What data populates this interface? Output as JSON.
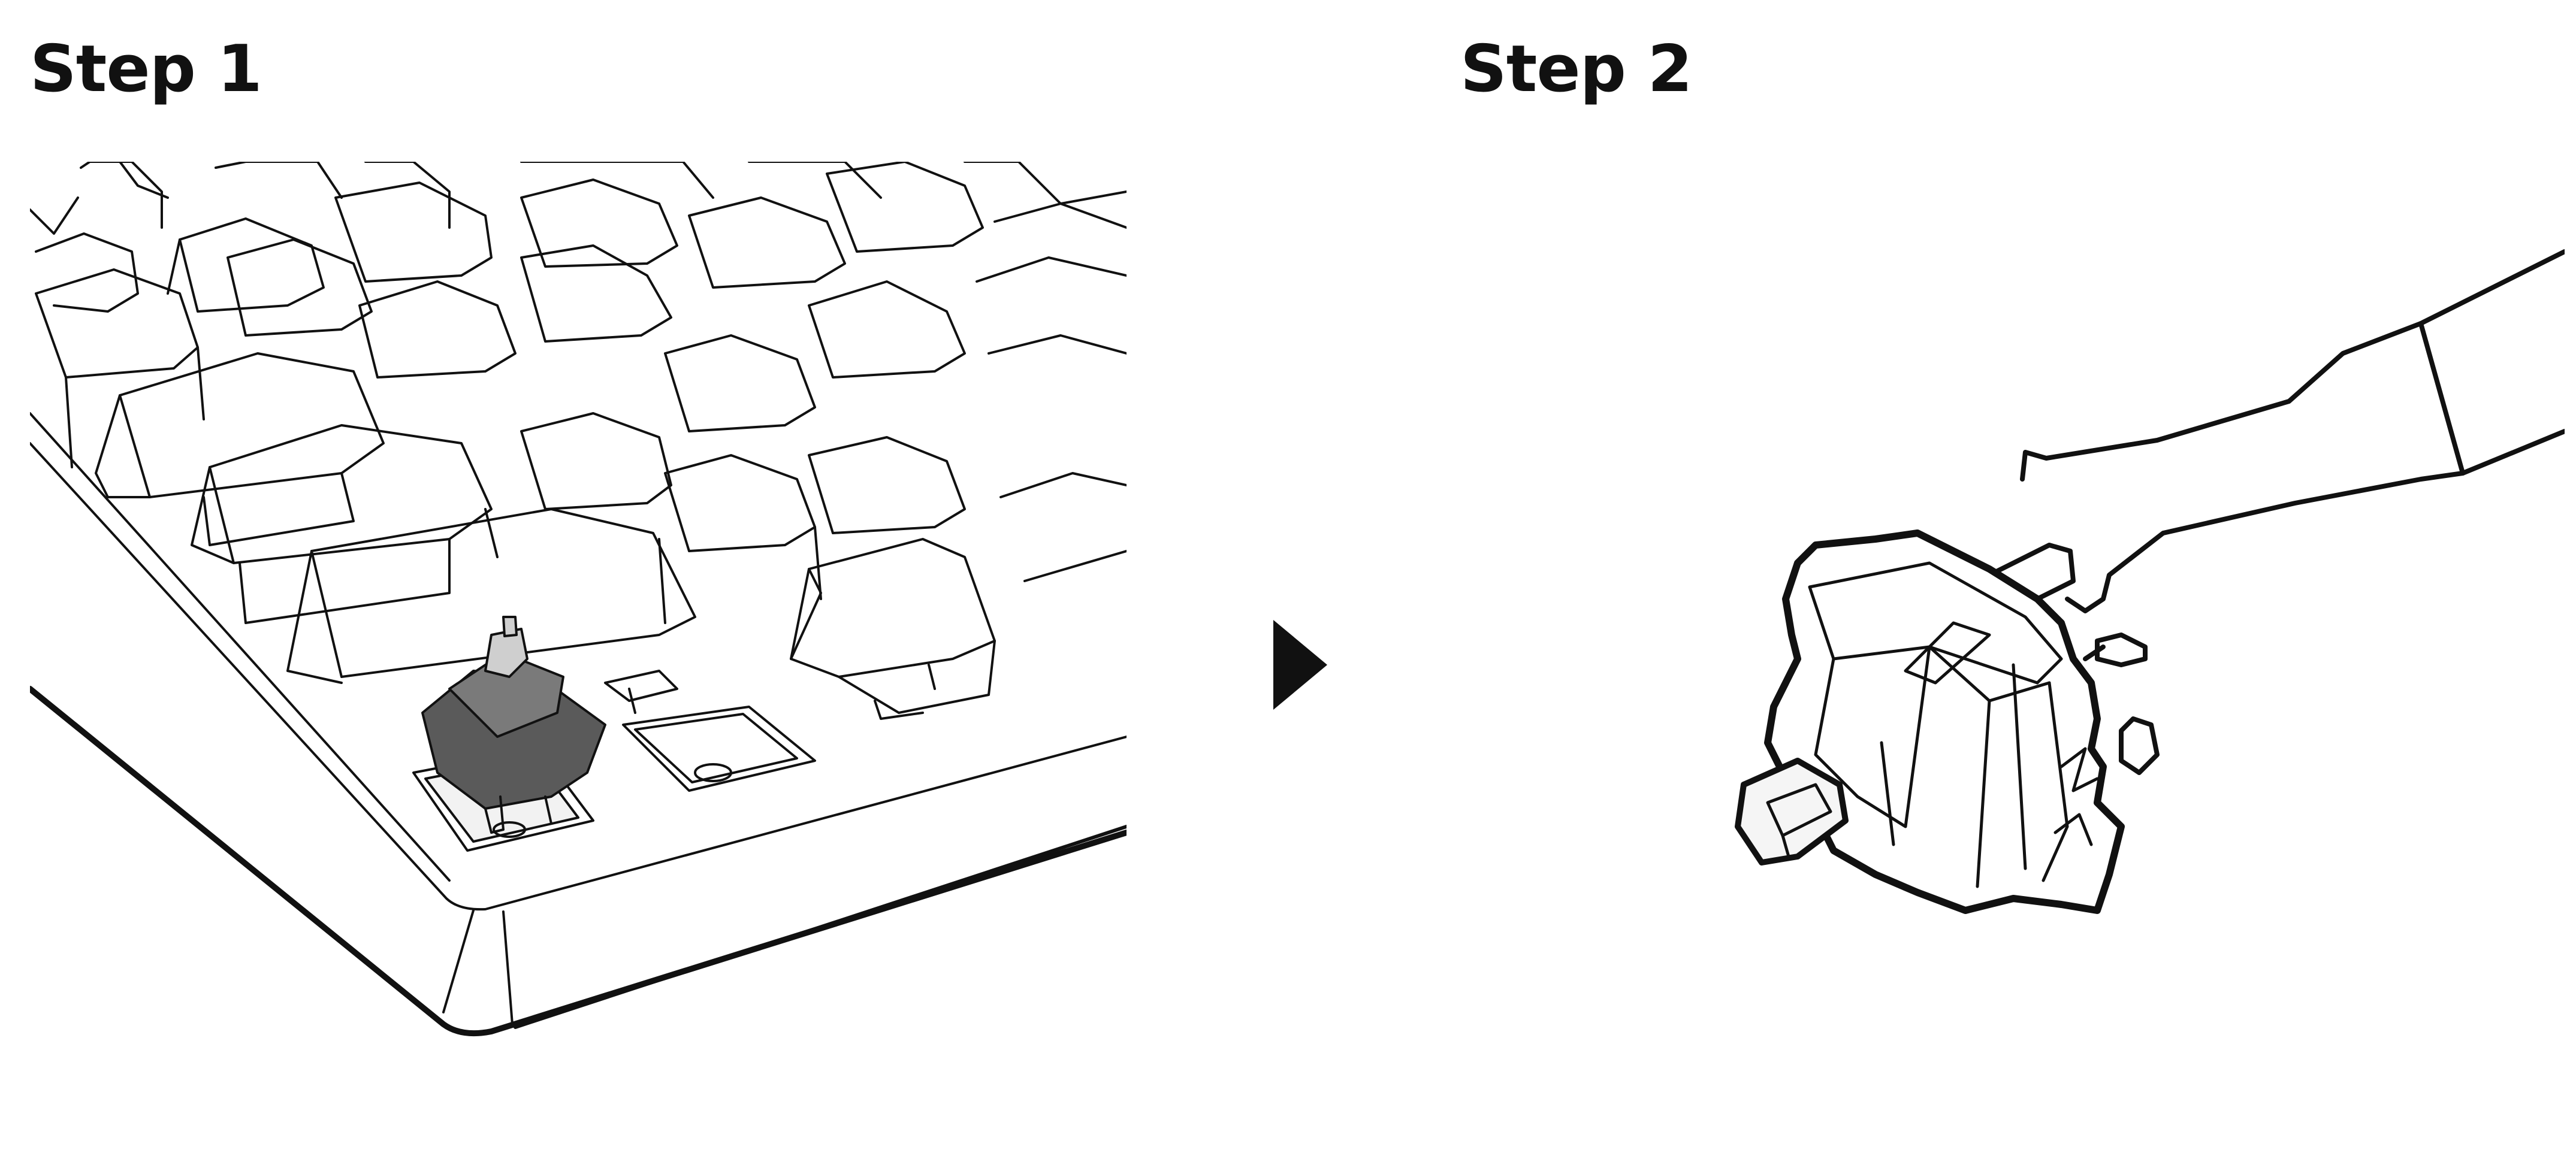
{
  "steps": [
    {
      "title": "Step 1"
    },
    {
      "title": "Step 2"
    }
  ],
  "illustrations": {
    "step1": "keyboard-corner-with-keycap-removed-and-switch-lifted",
    "step2": "key-switch-held-by-tweezers"
  },
  "colors": {
    "ink": "#111111",
    "switch_fill": "#5a5a5a",
    "background": "#ffffff"
  },
  "icons": {
    "arrow": "triangle-right-arrow"
  }
}
